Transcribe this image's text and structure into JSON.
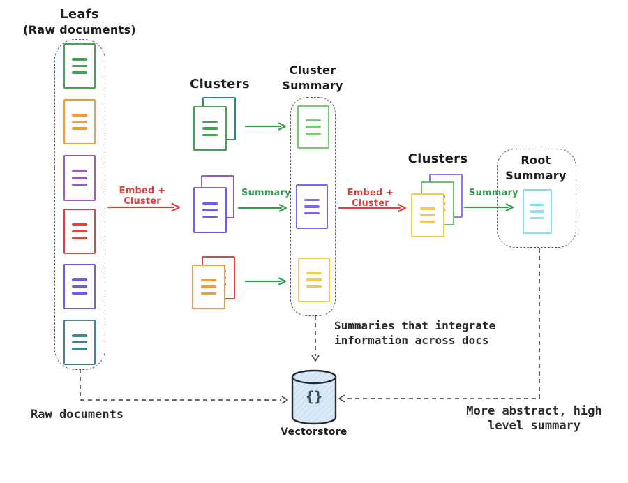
{
  "leaf_column": {
    "title_line1": "Leafs",
    "title_line2": "(Raw documents)",
    "doc_colors": [
      "#44a34f",
      "#f09c38",
      "#9b59c2",
      "#d8433e",
      "#6c5ce7",
      "#3a8793"
    ]
  },
  "mid_clusters": {
    "label": "Clusters",
    "pairs": [
      {
        "back": "#2e8b6a",
        "front": "#44a34f"
      },
      {
        "back": "#9b59c2",
        "front": "#6c5ce7"
      },
      {
        "back": "#d8433e",
        "front": "#f09c38"
      }
    ]
  },
  "cluster_summary": {
    "title_line1": "Cluster",
    "title_line2": "Summary",
    "doc_colors": [
      "#6fce6e",
      "#7b68ee",
      "#f2c94c"
    ]
  },
  "right_clusters": {
    "label": "Clusters",
    "stack": [
      "#8d7bea",
      "#67c46d",
      "#f2c94c"
    ]
  },
  "root_summary": {
    "title_line1": "Root",
    "title_line2": "Summary",
    "doc_color": "#8cdcee"
  },
  "arrows": {
    "embed_cluster_1": {
      "label": "Embed + Cluster",
      "color": "#d8433e"
    },
    "summary_mid": {
      "label": "Summary",
      "color": "#2f9e4f"
    },
    "embed_cluster_2": {
      "label": "Embed + Cluster",
      "color": "#d8433e"
    },
    "summary_right": {
      "label": "Summary",
      "color": "#2f9e4f"
    },
    "plain_green": {
      "color": "#2f9e4f"
    }
  },
  "vectorstore": {
    "label": "Vectorstore",
    "glyph": "{}",
    "fill": "#d9e9f8",
    "hatch": "#bdd7ee",
    "stroke": "#23282c"
  },
  "notes": {
    "summaries_line1": "Summaries that integrate",
    "summaries_line2": "information across docs",
    "raw_documents": "Raw documents",
    "abstract_line1": "More abstract, high",
    "abstract_line2": "level summary"
  }
}
